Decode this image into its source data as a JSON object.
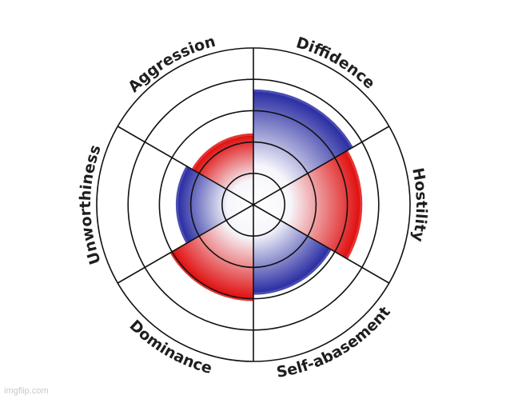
{
  "chart_data": {
    "type": "polar-area",
    "title": "",
    "categories": [
      "Diffidence",
      "Hostility",
      "Self-abasement",
      "Dominance",
      "Unworthiness",
      "Aggression"
    ],
    "values": [
      3.6,
      3.4,
      2.8,
      3.0,
      2.4,
      2.2
    ],
    "max": 5,
    "rings": [
      1,
      2,
      3,
      4,
      5
    ],
    "grid": true,
    "colors": {
      "Diffidence": "#2b2ea3",
      "Hostility": "#e01010",
      "Self-abasement": "#2b2ea3",
      "Dominance": "#e01010",
      "Unworthiness": "#2b2ea3",
      "Aggression": "#e01010"
    }
  },
  "watermark": "imgflip.com"
}
